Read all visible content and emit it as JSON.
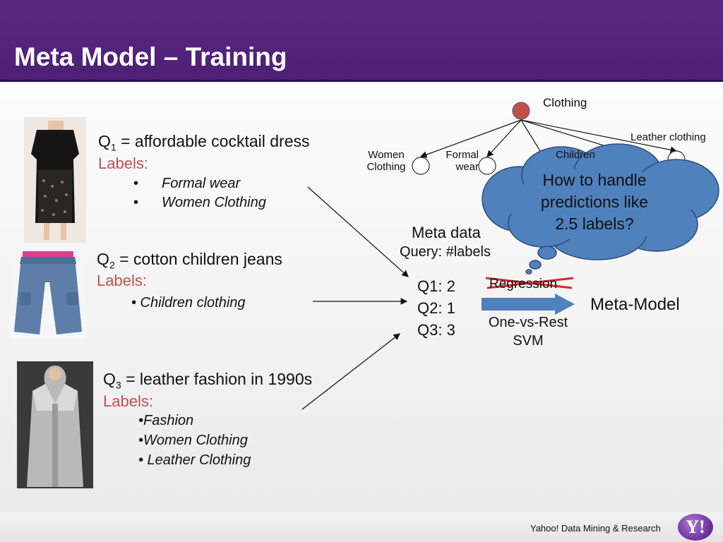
{
  "title": "Meta Model – Training",
  "queries": [
    {
      "prefix": "Q",
      "sub": "1",
      "text": " = affordable cocktail dress",
      "labels_head": "Labels:",
      "items": [
        "•",
        "Formal wear",
        "•",
        "Women Clothing"
      ]
    },
    {
      "prefix": "Q",
      "sub": "2",
      "text": " = cotton children jeans",
      "labels_head": "Labels:",
      "items": [
        "• Children clothing"
      ]
    },
    {
      "prefix": "Q",
      "sub": "3",
      "text": " = leather fashion in 1990s",
      "labels_head": "Labels:",
      "items": [
        "•Fashion",
        "•Women Clothing",
        "• Leather Clothing"
      ]
    }
  ],
  "tree": {
    "root": "Clothing",
    "children": [
      "Women Clothing",
      "Formal wear",
      "Children",
      "Leather clothing"
    ]
  },
  "tree_labels": {
    "women_line1": "Women",
    "women_line2": "Clothing",
    "formal_line1": "Formal",
    "formal_line2": "wear",
    "children": "Children",
    "leather": "Leather clothing"
  },
  "meta": {
    "heading": "Meta data",
    "subheading": "Query: #labels",
    "rows": [
      "Q1:  2",
      "Q2:  1",
      "Q3:  3"
    ],
    "regression": "Regression",
    "method_line1": "One-vs-Rest",
    "method_line2": "SVM",
    "result": "Meta-Model"
  },
  "cloud": {
    "line1": "How to handle",
    "line2": "predictions like",
    "line3": "2.5 labels?"
  },
  "footer": "Yahoo! Data Mining & Research",
  "logo": "Y!",
  "colors": {
    "header": "#5a2a82",
    "labels": "#c0504d",
    "cloud_fill": "#4f81bd",
    "root_node": "#c0504d",
    "strike": "#e0242b"
  }
}
